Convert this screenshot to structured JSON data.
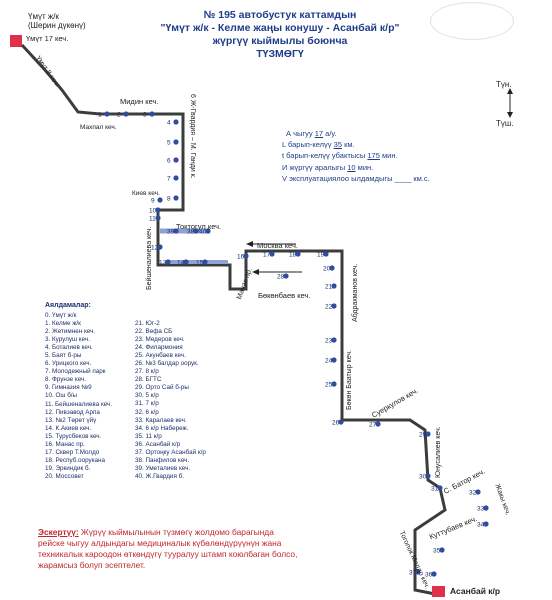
{
  "header": {
    "line1": "№ 195 автобустук каттамдын",
    "line2": "\"Үмүт ж/к - Келме жаңы конушу - Асанбай к/р\"",
    "line3": "жүргүү кыймылы боюнча",
    "line4": "ТҮЗМӨГҮ"
  },
  "terminals": {
    "start_line1": "Үмүт ж/к",
    "start_line2": "(Шерин дүкөнү)",
    "start_short": "Үмүт 17 кеч.",
    "end": "Асанбай к/р"
  },
  "directions": {
    "north": "Түн.",
    "south": "Түш."
  },
  "info": {
    "line_a_label": "А чыгуу",
    "line_a_value": "17",
    "line_a_unit": "а/у.",
    "line_l_label": "L барып-келүү",
    "line_l_value": "35",
    "line_l_unit": "км.",
    "line_t_label": "t барып-келүү убактысы",
    "line_t_value": "175",
    "line_t_unit": "мин.",
    "line_i_label": "И жүргүү аралыгы",
    "line_i_value": "10",
    "line_i_unit": "мин.",
    "line_v_label": "V эксплуатациялоо ылдамдыгы",
    "line_v_value": "____",
    "line_v_unit": "км.с."
  },
  "street_labels": {
    "umut_street": "Үмүт 8 кеч.",
    "midin": "Мидин кеч.",
    "makhpal": "Махпал кеч.",
    "gvardiya": "6 Ж-Гвардия – М. Ганди к.",
    "kiev": "Киев кеч.",
    "beishenalieva": "Бейшеналиева кеч.",
    "toktogul": "Токтогул кеч.",
    "moskva": "Москва кеч.",
    "manas": "Манас пр.",
    "bokonbaev": "Бөкөнбаев кеч.",
    "abdrakhmanov": "Абдрахманов кеч.",
    "bokon_batyr": "Бөкөн Баатыр кеч.",
    "suyorkulov": "Суеркулов кеч.",
    "yunusalieva": "Юнусалиев кеч.",
    "s_bator": "С. Батор кеч.",
    "zhakha": "Жакы кеч.",
    "kuttubaeva": "Куттубаев кеч.",
    "togolok": "Тоголок Молдо кеч."
  },
  "stops_title": "Аялдамалар:",
  "stops_col1": [
    "0. Үмүт ж/к",
    "1. Келме ж/к",
    "2. Жетимнен кеч.",
    "3. Курулуш кеч.",
    "4. Боталиев кеч.",
    "5. Баят б-ры",
    "6. Урицкого кеч.",
    "7. Молодежный парк",
    "8. Фрунзе кеч.",
    "9. Гимназия №9",
    "10. Ош б/ы",
    "11. Бейшеналиева кеч.",
    "12. Пивзавод Арпа",
    "13. №2 Төрөт үйү",
    "14. К.Акиев кеч.",
    "15. Турусбеков кеч.",
    "16. Манас пр.",
    "17. Сквер Т.Молдо",
    "18. Респуб.оорукана",
    "19. Эркиндик б.",
    "20. Моссовет"
  ],
  "stops_col2": [
    "21. Юг-2",
    "22. Вефа СБ",
    "23. Медеров кеч.",
    "24. Филармония",
    "25. Акунбаев кеч.",
    "26. №3 балдар оорук.",
    "27. 8 к/р",
    "28. БГТС",
    "29. Орто Сай б-ры",
    "30. 5 к/р",
    "31. 7 к/р",
    "32. 6 к/р",
    "33. Каралаев кеч.",
    "34. 6 к/р Набереж.",
    "35. 11 к/р",
    "36. Асанбай к/р",
    "37. Ортоңку Асанбай к/р",
    "38. Панфилов кеч.",
    "39. Уметалиев кеч.",
    "40. Ж.Гвардия б."
  ],
  "note_label": "Эскертүү:",
  "note_text": "Жүрүү кыймылынын түзмөгү жолдомо барагында рейске чыгуу алдындагы медициналык күбөлөндүрүүнүн жана техникалык кароодон өткөндүгү тууралуу штамп коюлбаган болсо, жарамсыз болуп эсептелет.",
  "route_numbers": [
    "1",
    "2",
    "3",
    "4",
    "5",
    "6",
    "7",
    "8",
    "9",
    "10",
    "11",
    "12",
    "13",
    "14",
    "15",
    "16",
    "17",
    "18",
    "19",
    "20",
    "21",
    "22",
    "23",
    "24",
    "25",
    "26",
    "27",
    "28",
    "29",
    "30",
    "31",
    "32",
    "33",
    "34",
    "35",
    "36",
    "37",
    "38",
    "39",
    "40"
  ],
  "colors": {
    "route": "#3c3c3c",
    "route_highlight": "#8fa2d6",
    "stop": "#2e4da0",
    "terminal": "#e0304a",
    "title": "#1f3d8a",
    "note": "#c0262d"
  }
}
